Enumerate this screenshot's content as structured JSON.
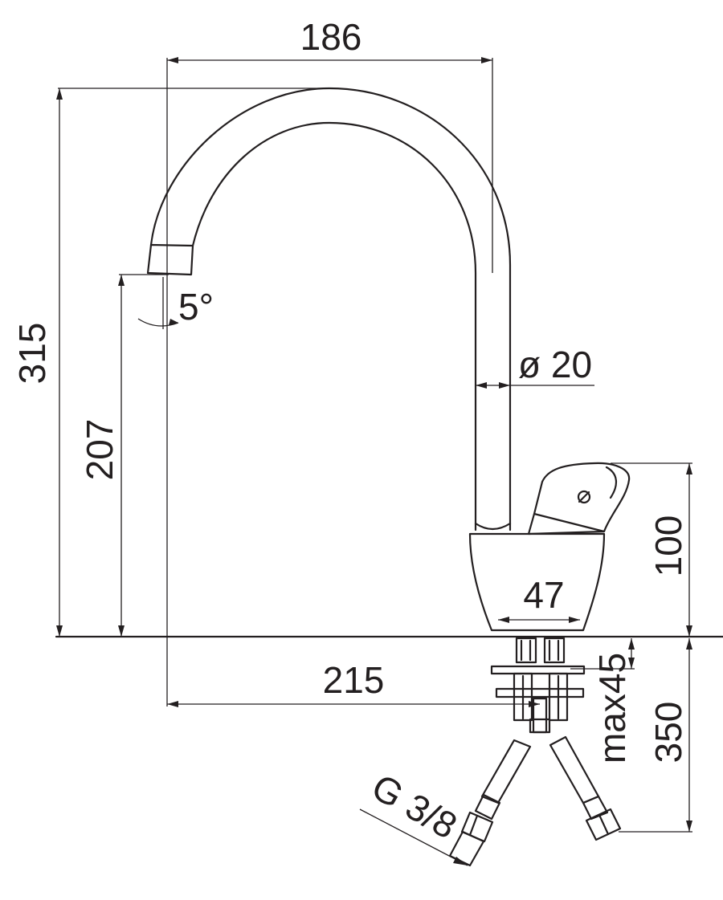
{
  "labels": {
    "width_top": "186",
    "total_height": "315",
    "spout_height": "207",
    "angle": "5°",
    "tube_diameter": "ø 20",
    "lever_height": "100",
    "base_diameter": "47",
    "reach": "215",
    "max_thickness": "max45",
    "hose_length": "350",
    "thread": "G 3/8"
  },
  "colors": {
    "line": "#231f20",
    "background": "#ffffff"
  }
}
